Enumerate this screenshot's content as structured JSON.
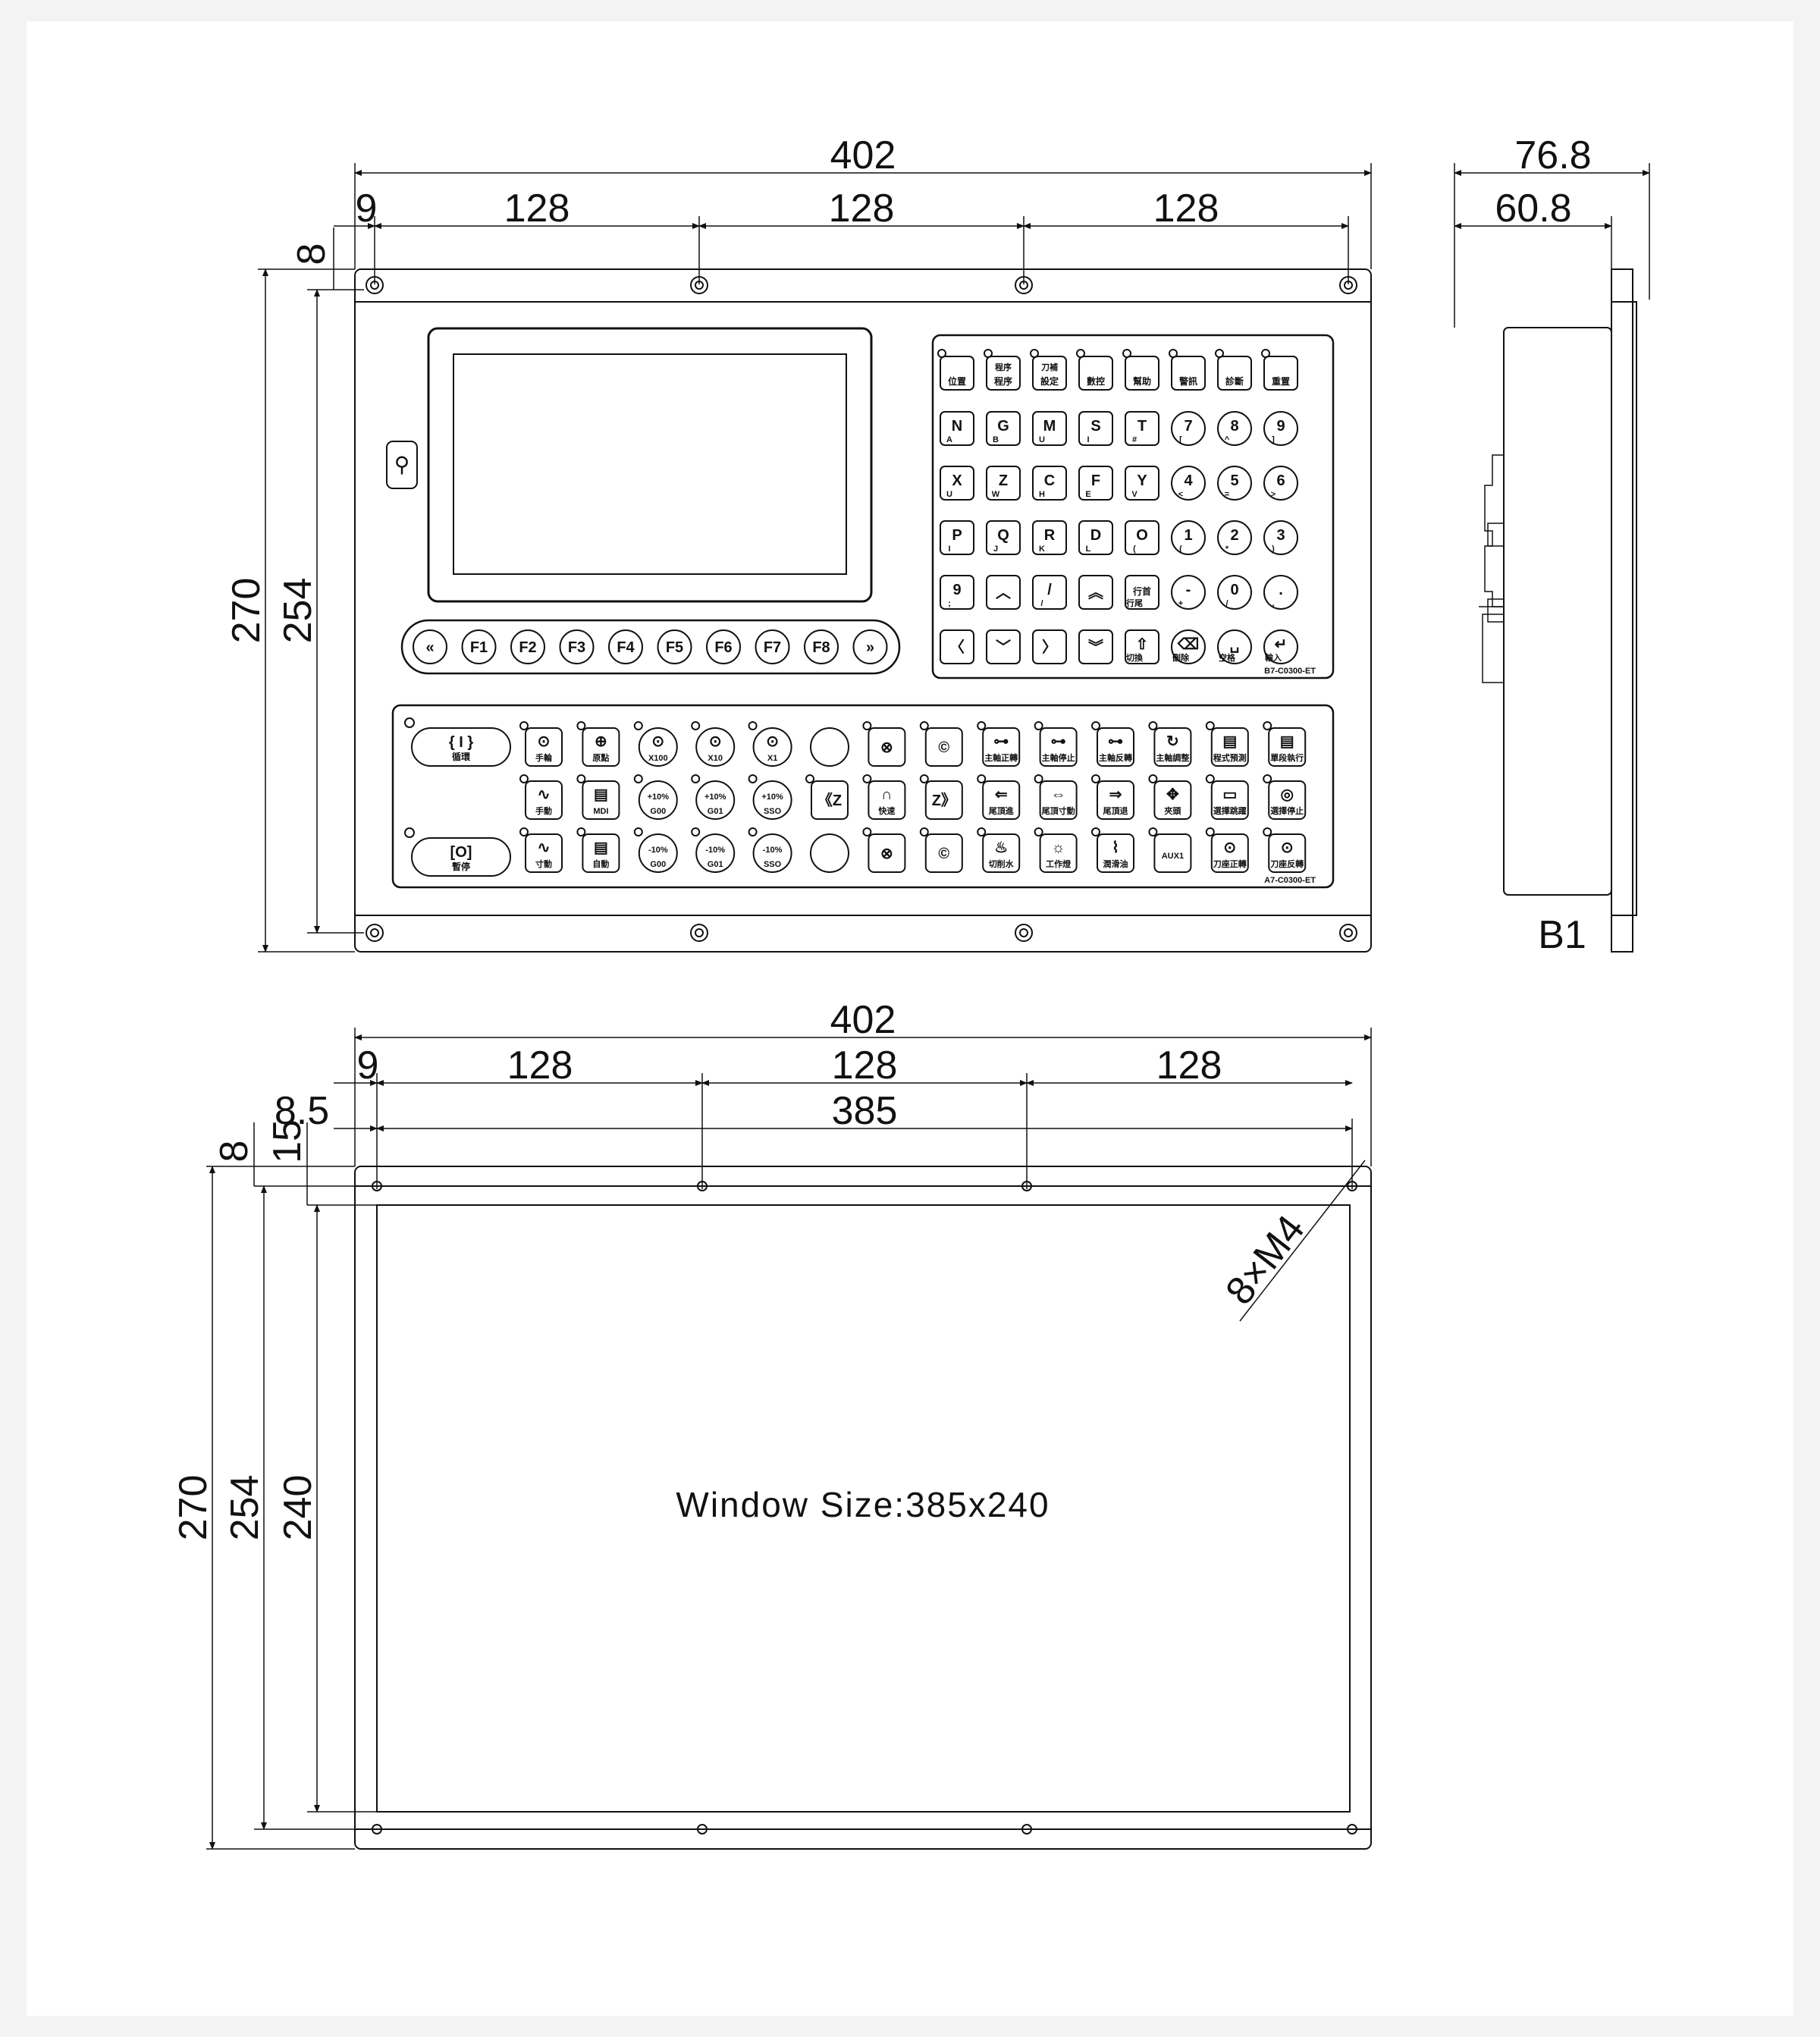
{
  "front_view": {
    "dims": {
      "overall_width": "402",
      "hole_offset": "9",
      "hole_pitch_1": "128",
      "hole_pitch_2": "128",
      "hole_pitch_3": "128",
      "top_margin": "8",
      "overall_height": "270",
      "inner_height": "254"
    },
    "f_keys": [
      "F1",
      "F2",
      "F3",
      "F4",
      "F5",
      "F6",
      "F7",
      "F8"
    ],
    "top_keys": [
      {
        "sub": "位置"
      },
      {
        "top": "程序",
        "sub": "程序"
      },
      {
        "top": "刀補",
        "sub": "設定"
      },
      {
        "sub": "數控"
      },
      {
        "sub": "幫助"
      },
      {
        "sub": "警訊"
      },
      {
        "sub": "診斷"
      },
      {
        "sub": "重置"
      }
    ],
    "alpha_rows": [
      [
        {
          "main": "N",
          "sub": "A"
        },
        {
          "main": "G",
          "sub": "B"
        },
        {
          "main": "M",
          "sub": "U"
        },
        {
          "main": "S",
          "sub": "I"
        },
        {
          "main": "T",
          "sub": "#"
        },
        {
          "main": "7",
          "sub": "["
        },
        {
          "main": "8",
          "sub": "^"
        },
        {
          "main": "9",
          "sub": "]"
        }
      ],
      [
        {
          "main": "X",
          "sub": "U"
        },
        {
          "main": "Z",
          "sub": "W"
        },
        {
          "main": "C",
          "sub": "H"
        },
        {
          "main": "F",
          "sub": "E"
        },
        {
          "main": "Y",
          "sub": "V"
        },
        {
          "main": "4",
          "sub": "<"
        },
        {
          "main": "5",
          "sub": "="
        },
        {
          "main": "6",
          "sub": ">"
        }
      ],
      [
        {
          "main": "P",
          "sub": "I"
        },
        {
          "main": "Q",
          "sub": "J"
        },
        {
          "main": "R",
          "sub": "K"
        },
        {
          "main": "D",
          "sub": "L"
        },
        {
          "main": "O",
          "sub": "("
        },
        {
          "main": "1",
          "sub": "("
        },
        {
          "main": "2",
          "sub": "*"
        },
        {
          "main": "3",
          "sub": ")"
        }
      ],
      [
        {
          "main": "9",
          "sub": ";"
        },
        {
          "main": "︿",
          "sub": ""
        },
        {
          "main": "/",
          "sub": "/"
        },
        {
          "main": "︽",
          "sub": ""
        },
        {
          "main": "行首",
          "sub": "行尾"
        },
        {
          "main": "-",
          "sub": "+"
        },
        {
          "main": "0",
          "sub": "/"
        },
        {
          "main": ".",
          "sub": ","
        }
      ],
      [
        {
          "main": "〈",
          "sub": ""
        },
        {
          "main": "﹀",
          "sub": ""
        },
        {
          "main": "〉",
          "sub": ""
        },
        {
          "main": "︾",
          "sub": ""
        },
        {
          "main": "⇧",
          "sub": "切換"
        },
        {
          "main": "⌫",
          "sub": "刪除"
        },
        {
          "main": "␣",
          "sub": "空格"
        },
        {
          "main": "↵",
          "sub": "輸入"
        }
      ]
    ],
    "keypad_model": "B7-C0300-ET",
    "machine_model": "A7-C0300-ET",
    "machine_row1": [
      {
        "icon": "⊙",
        "label": "手輪"
      },
      {
        "icon": "⊕",
        "label": "原點"
      },
      {
        "icon": "⊙",
        "label": "X100"
      },
      {
        "icon": "⊙",
        "label": "X10"
      },
      {
        "icon": "⊙",
        "label": "X1"
      },
      {
        "icon": "",
        "label": ""
      },
      {
        "icon": "⊗",
        "label": ""
      },
      {
        "icon": "©",
        "label": ""
      },
      {
        "icon": "⊶",
        "label": "主軸正轉"
      },
      {
        "icon": "⊶",
        "label": "主軸停止"
      },
      {
        "icon": "⊶",
        "label": "主軸反轉"
      },
      {
        "icon": "↻",
        "label": "主軸調整"
      },
      {
        "icon": "▤",
        "label": "程式預測"
      },
      {
        "icon": "▤",
        "label": "單段執行"
      }
    ],
    "machine_row2": [
      {
        "icon": "∿",
        "label": "手動"
      },
      {
        "icon": "▤",
        "label": "MDI"
      },
      {
        "icon": "+10%",
        "label": "G00"
      },
      {
        "icon": "+10%",
        "label": "G01"
      },
      {
        "icon": "+10%",
        "label": "SSO"
      },
      {
        "icon": "《Z",
        "label": ""
      },
      {
        "icon": "∩",
        "label": "快速"
      },
      {
        "icon": "Z》",
        "label": ""
      },
      {
        "icon": "⇐",
        "label": "尾頂進"
      },
      {
        "icon": "⇔",
        "label": "尾頂寸動"
      },
      {
        "icon": "⇒",
        "label": "尾頂退"
      },
      {
        "icon": "✥",
        "label": "夾頭"
      },
      {
        "icon": "▭",
        "label": "選擇跳躍"
      },
      {
        "icon": "◎",
        "label": "選擇停止"
      }
    ],
    "machine_row3": [
      {
        "icon": "∿",
        "label": "寸動"
      },
      {
        "icon": "▤",
        "label": "自動"
      },
      {
        "icon": "-10%",
        "label": "G00"
      },
      {
        "icon": "-10%",
        "label": "G01"
      },
      {
        "icon": "-10%",
        "label": "SSO"
      },
      {
        "icon": "",
        "label": ""
      },
      {
        "icon": "⊗",
        "label": ""
      },
      {
        "icon": "©",
        "label": ""
      },
      {
        "icon": "♨",
        "label": "切削水"
      },
      {
        "icon": "☼",
        "label": "工作燈"
      },
      {
        "icon": "⌇",
        "label": "潤滑油"
      },
      {
        "icon": "AUX1",
        "label": ""
      },
      {
        "icon": "⊙",
        "label": "刀座正轉"
      },
      {
        "icon": "⊙",
        "label": "刀座反轉"
      }
    ],
    "cycle_start_label": "循環",
    "feed_hold_label": "暫停"
  },
  "side_view": {
    "dims": {
      "overall_depth": "76.8",
      "body_depth": "60.8"
    },
    "label": "B1"
  },
  "cutout_view": {
    "dims": {
      "overall_width": "402",
      "hole_offset": "9",
      "hole_pitch_1": "128",
      "hole_pitch_2": "128",
      "hole_pitch_3": "128",
      "side_offset": "8.5",
      "hole_span": "385",
      "top_margin": "8",
      "window_offset": "15",
      "overall_height": "270",
      "inner_height": "254",
      "window_height": "240"
    },
    "holes_label": "8×M4",
    "window_label": "Window Size:385x240"
  },
  "colors": {
    "line": "#111111",
    "panel": "#ffffff",
    "background": "#f3f3f3"
  }
}
